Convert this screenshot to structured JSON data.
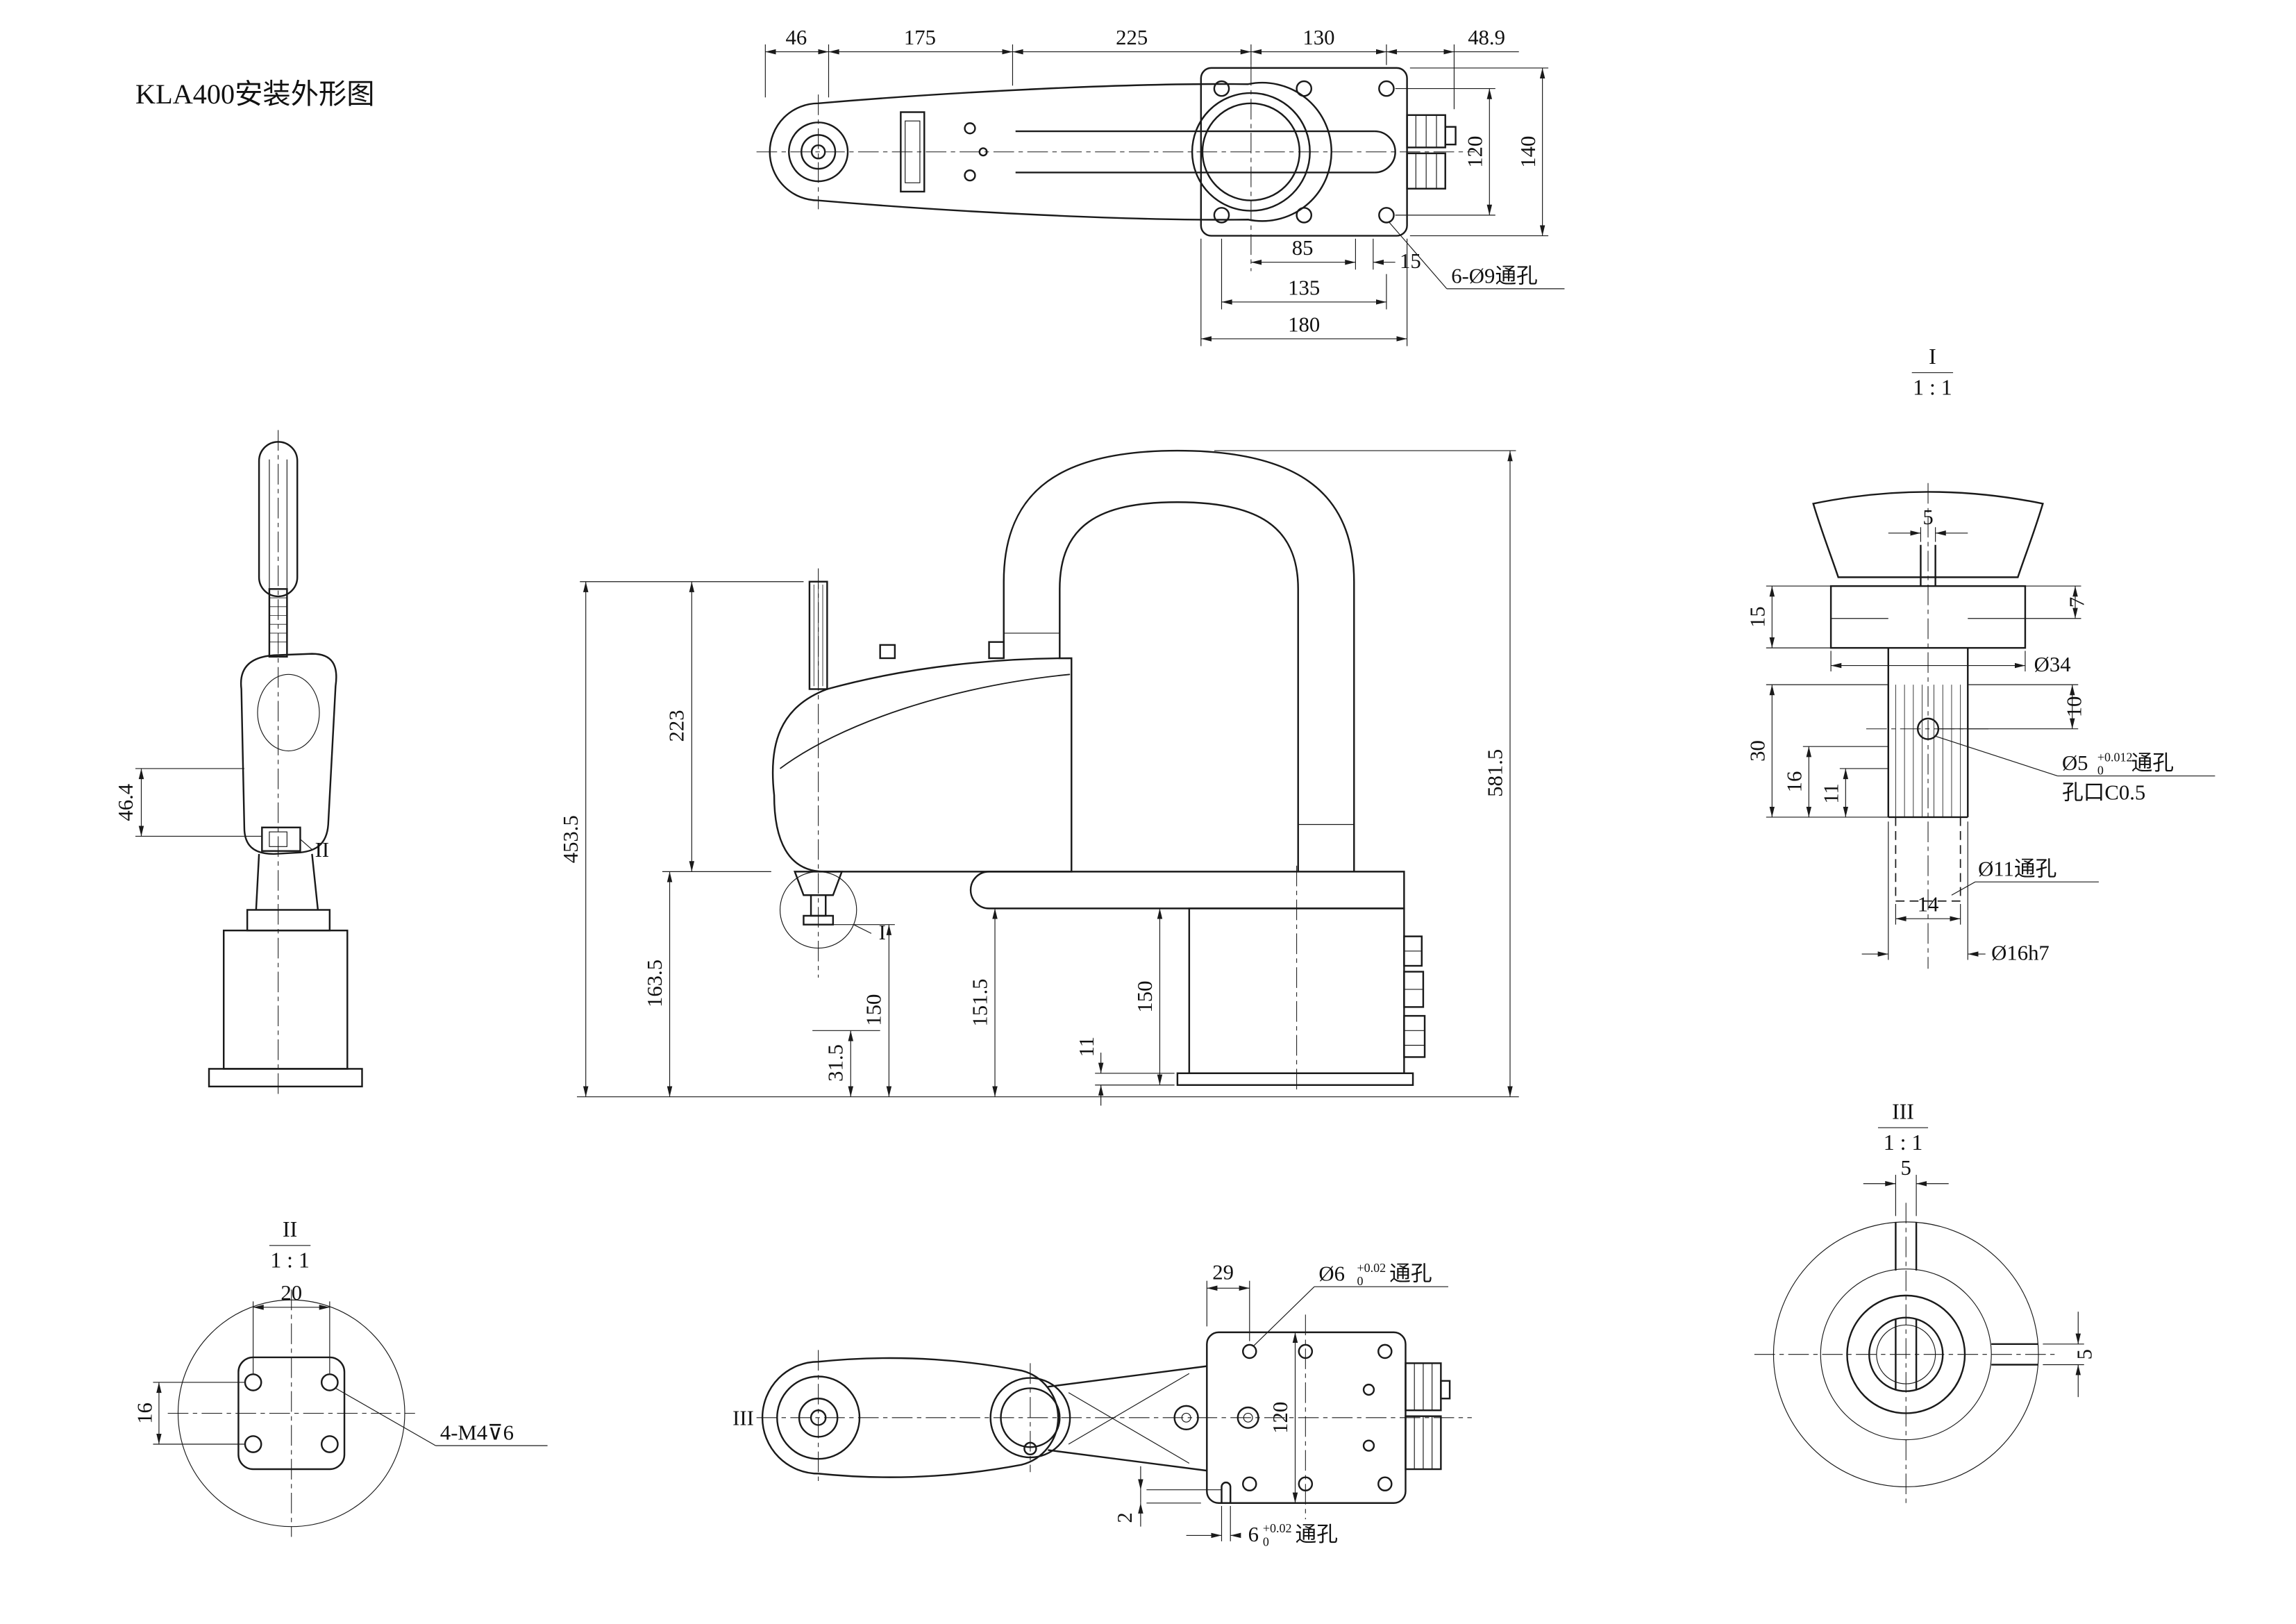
{
  "title": "KLA400安装外形图",
  "top_view": {
    "dim_46": "46",
    "dim_175": "175",
    "dim_225": "225",
    "dim_130": "130",
    "dim_48_9": "48.9",
    "dim_120": "120",
    "dim_140": "140",
    "dim_85": "85",
    "dim_15": "15",
    "dim_135": "135",
    "dim_180": "180",
    "callout_holes": "6-Ø9通孔"
  },
  "side_view": {
    "dim_46_4": "46.4",
    "section_label": "II"
  },
  "front_view": {
    "dim_453_5": "453.5",
    "dim_223": "223",
    "dim_163_5": "163.5",
    "dim_31_5": "31.5",
    "dim_150_left": "150",
    "dim_151_5": "151.5",
    "dim_11": "11",
    "dim_150_right": "150",
    "dim_581_5": "581.5",
    "detail_label": "I"
  },
  "detail_i": {
    "title": "I",
    "scale": "1 : 1",
    "dim_5": "5",
    "dim_15": "15",
    "dim_7": "7",
    "dim_d34": "Ø34",
    "dim_30": "30",
    "dim_16": "16",
    "dim_11": "11",
    "dim_10": "10",
    "dim_14": "14",
    "hole_callout": {
      "prefix": "Ø5",
      "tol_upper": "+0.012",
      "tol_lower": "0",
      "suffix": "通孔"
    },
    "chamfer_note": "孔口C0.5",
    "callout_d11": "Ø11通孔",
    "callout_d16": "Ø16h7"
  },
  "detail_ii": {
    "title": "II",
    "scale": "1 : 1",
    "dim_20": "20",
    "dim_16": "16",
    "callout_threads": "4-M4⊽6"
  },
  "bottom_view": {
    "section_label": "III",
    "dim_29": "29",
    "dim_120": "120",
    "dim_2": "2",
    "hole_callout": {
      "prefix": "Ø6",
      "tol_upper": "+0.02",
      "tol_lower": "0",
      "suffix": "通孔"
    },
    "slot_callout": {
      "prefix": "6",
      "tol_upper": "+0.02",
      "tol_lower": "0",
      "suffix": "通孔"
    }
  },
  "detail_iii": {
    "title": "III",
    "scale": "1 : 1",
    "dim_5_top": "5",
    "dim_5_right": "5"
  },
  "colors": {
    "line": "#1a1a1a",
    "background": "#ffffff"
  }
}
